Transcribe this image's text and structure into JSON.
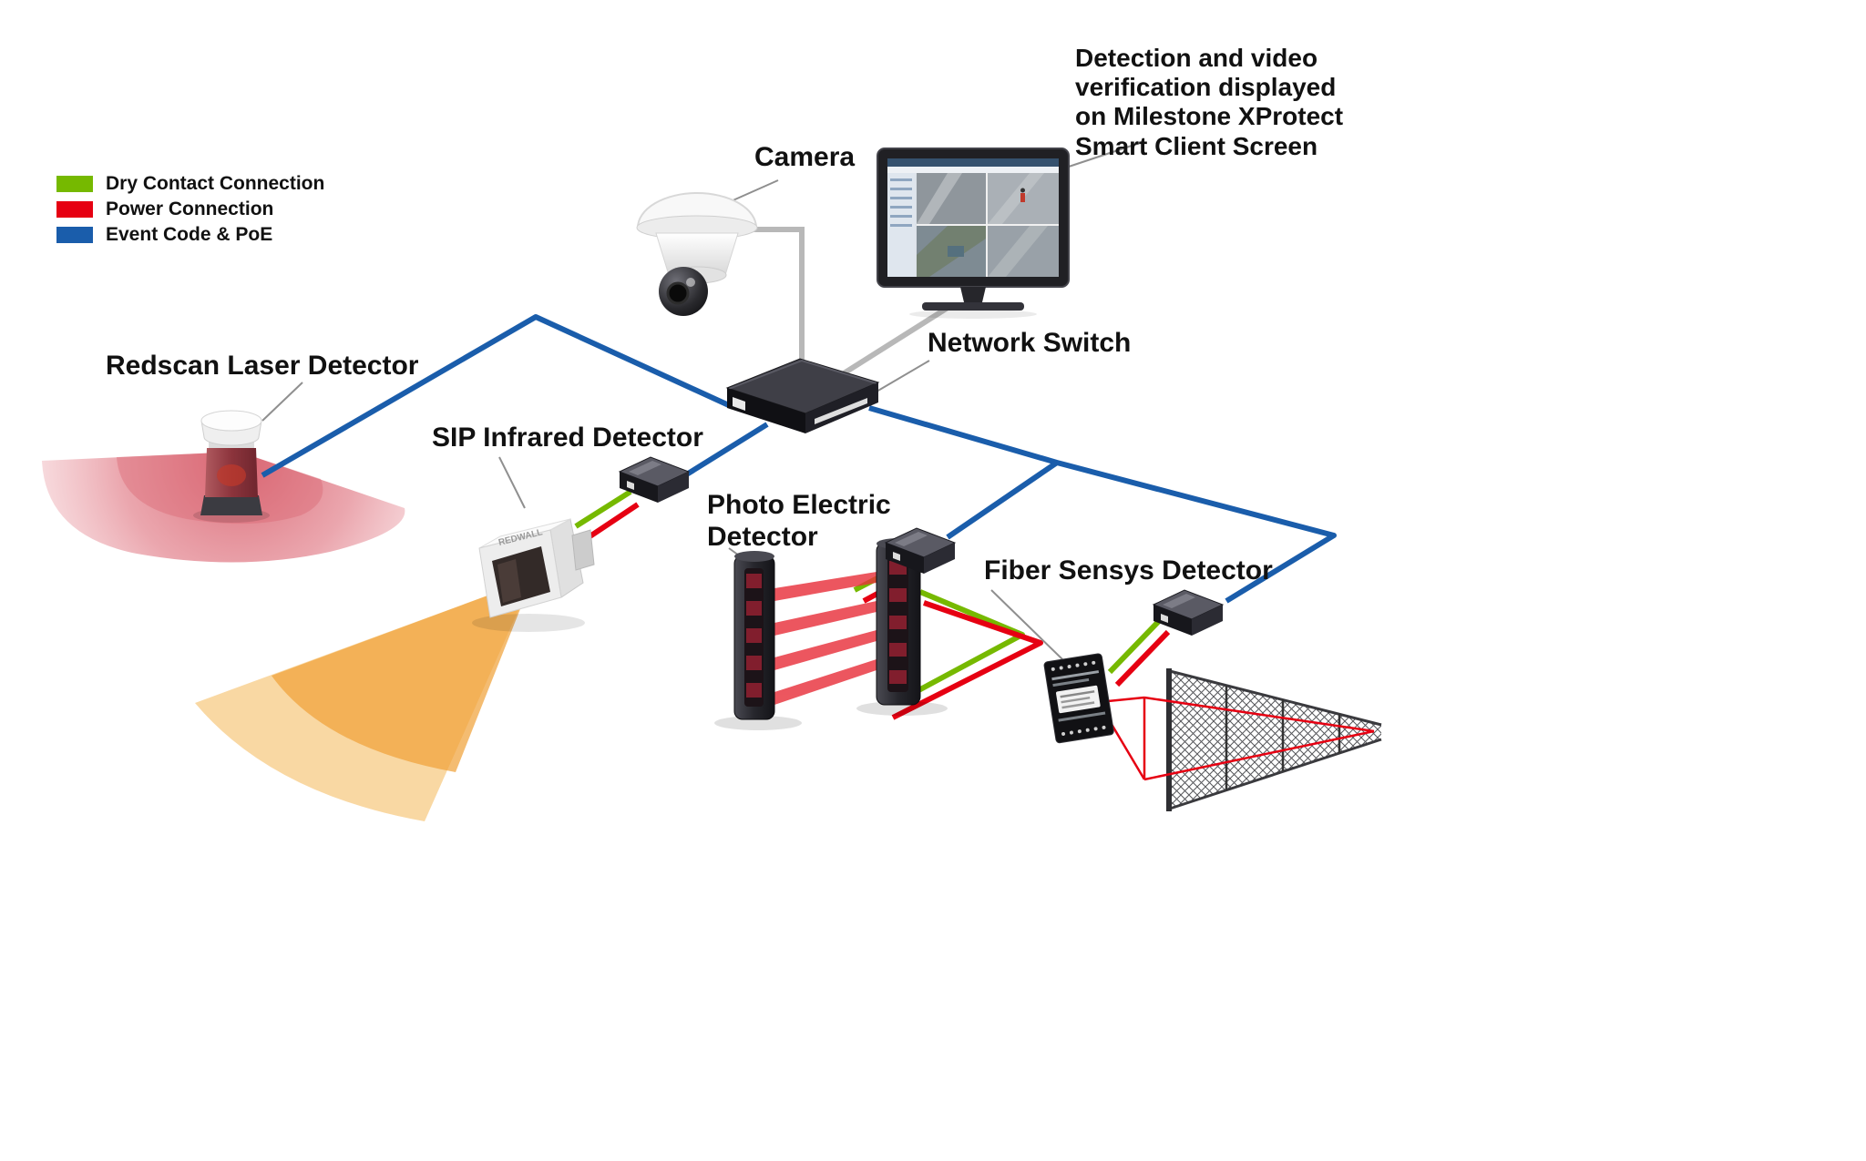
{
  "legend": {
    "items": [
      {
        "label": "Dry Contact Connection",
        "color": "#76b900"
      },
      {
        "label": "Power Connection",
        "color": "#e60012"
      },
      {
        "label": "Event Code & PoE",
        "color": "#1a5dab"
      }
    ]
  },
  "labels": {
    "camera": "Camera",
    "monitor_note": "Detection and video\nverification displayed\non Milestone XProtect\nSmart Client Screen",
    "network_switch": "Network Switch",
    "redscan": "Redscan Laser Detector",
    "sip": "SIP Infrared Detector",
    "photo_electric": "Photo Electric\nDetector",
    "fiber_sensys": "Fiber Sensys Detector"
  },
  "devices": {
    "sip_brand": "REDWALL"
  },
  "colors": {
    "dry_contact": "#76b900",
    "power": "#e60012",
    "event_poe": "#1a5dab",
    "redscan_zone": "#e0808b",
    "sip_zone": "#f3a93e",
    "beam_red": "#e8323c"
  }
}
